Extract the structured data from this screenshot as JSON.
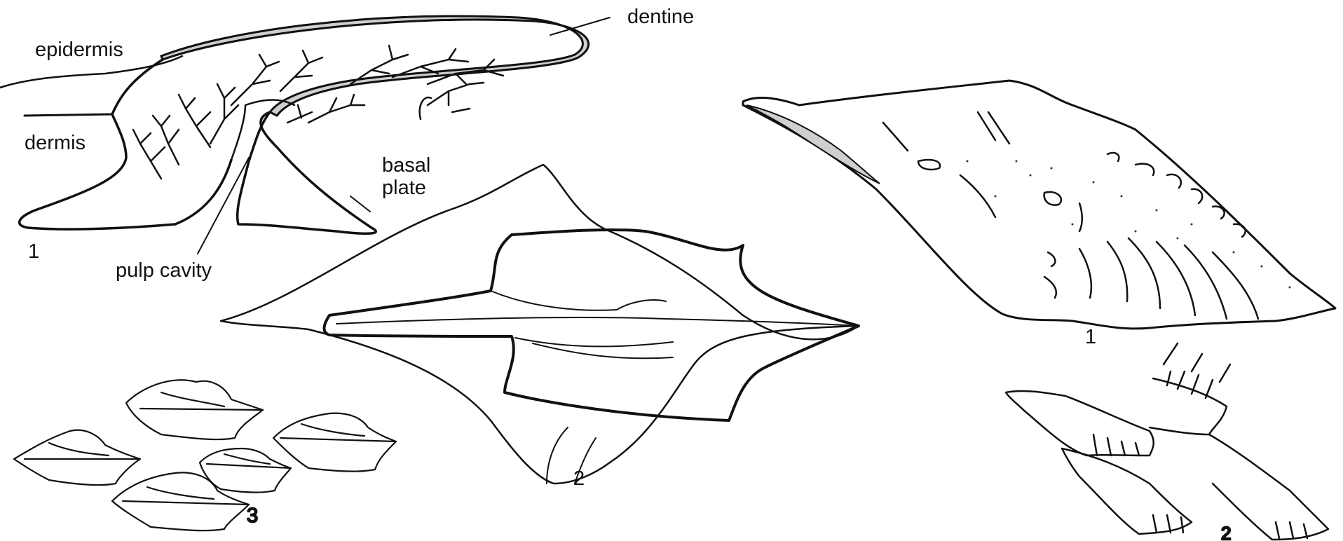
{
  "labels": {
    "dentine": "dentine",
    "epidermis": "epidermis",
    "dermis": "dermis",
    "basal_plate_line1": "basal",
    "basal_plate_line2": "plate",
    "pulp_cavity": "pulp cavity"
  },
  "figure_numbers": {
    "left_1": "1",
    "left_2": "2",
    "left_3": "3",
    "right_1": "1",
    "right_2": "2"
  },
  "colors": {
    "ink": "#111111",
    "background": "#ffffff",
    "dentine_fill": "#cfcfcf"
  }
}
